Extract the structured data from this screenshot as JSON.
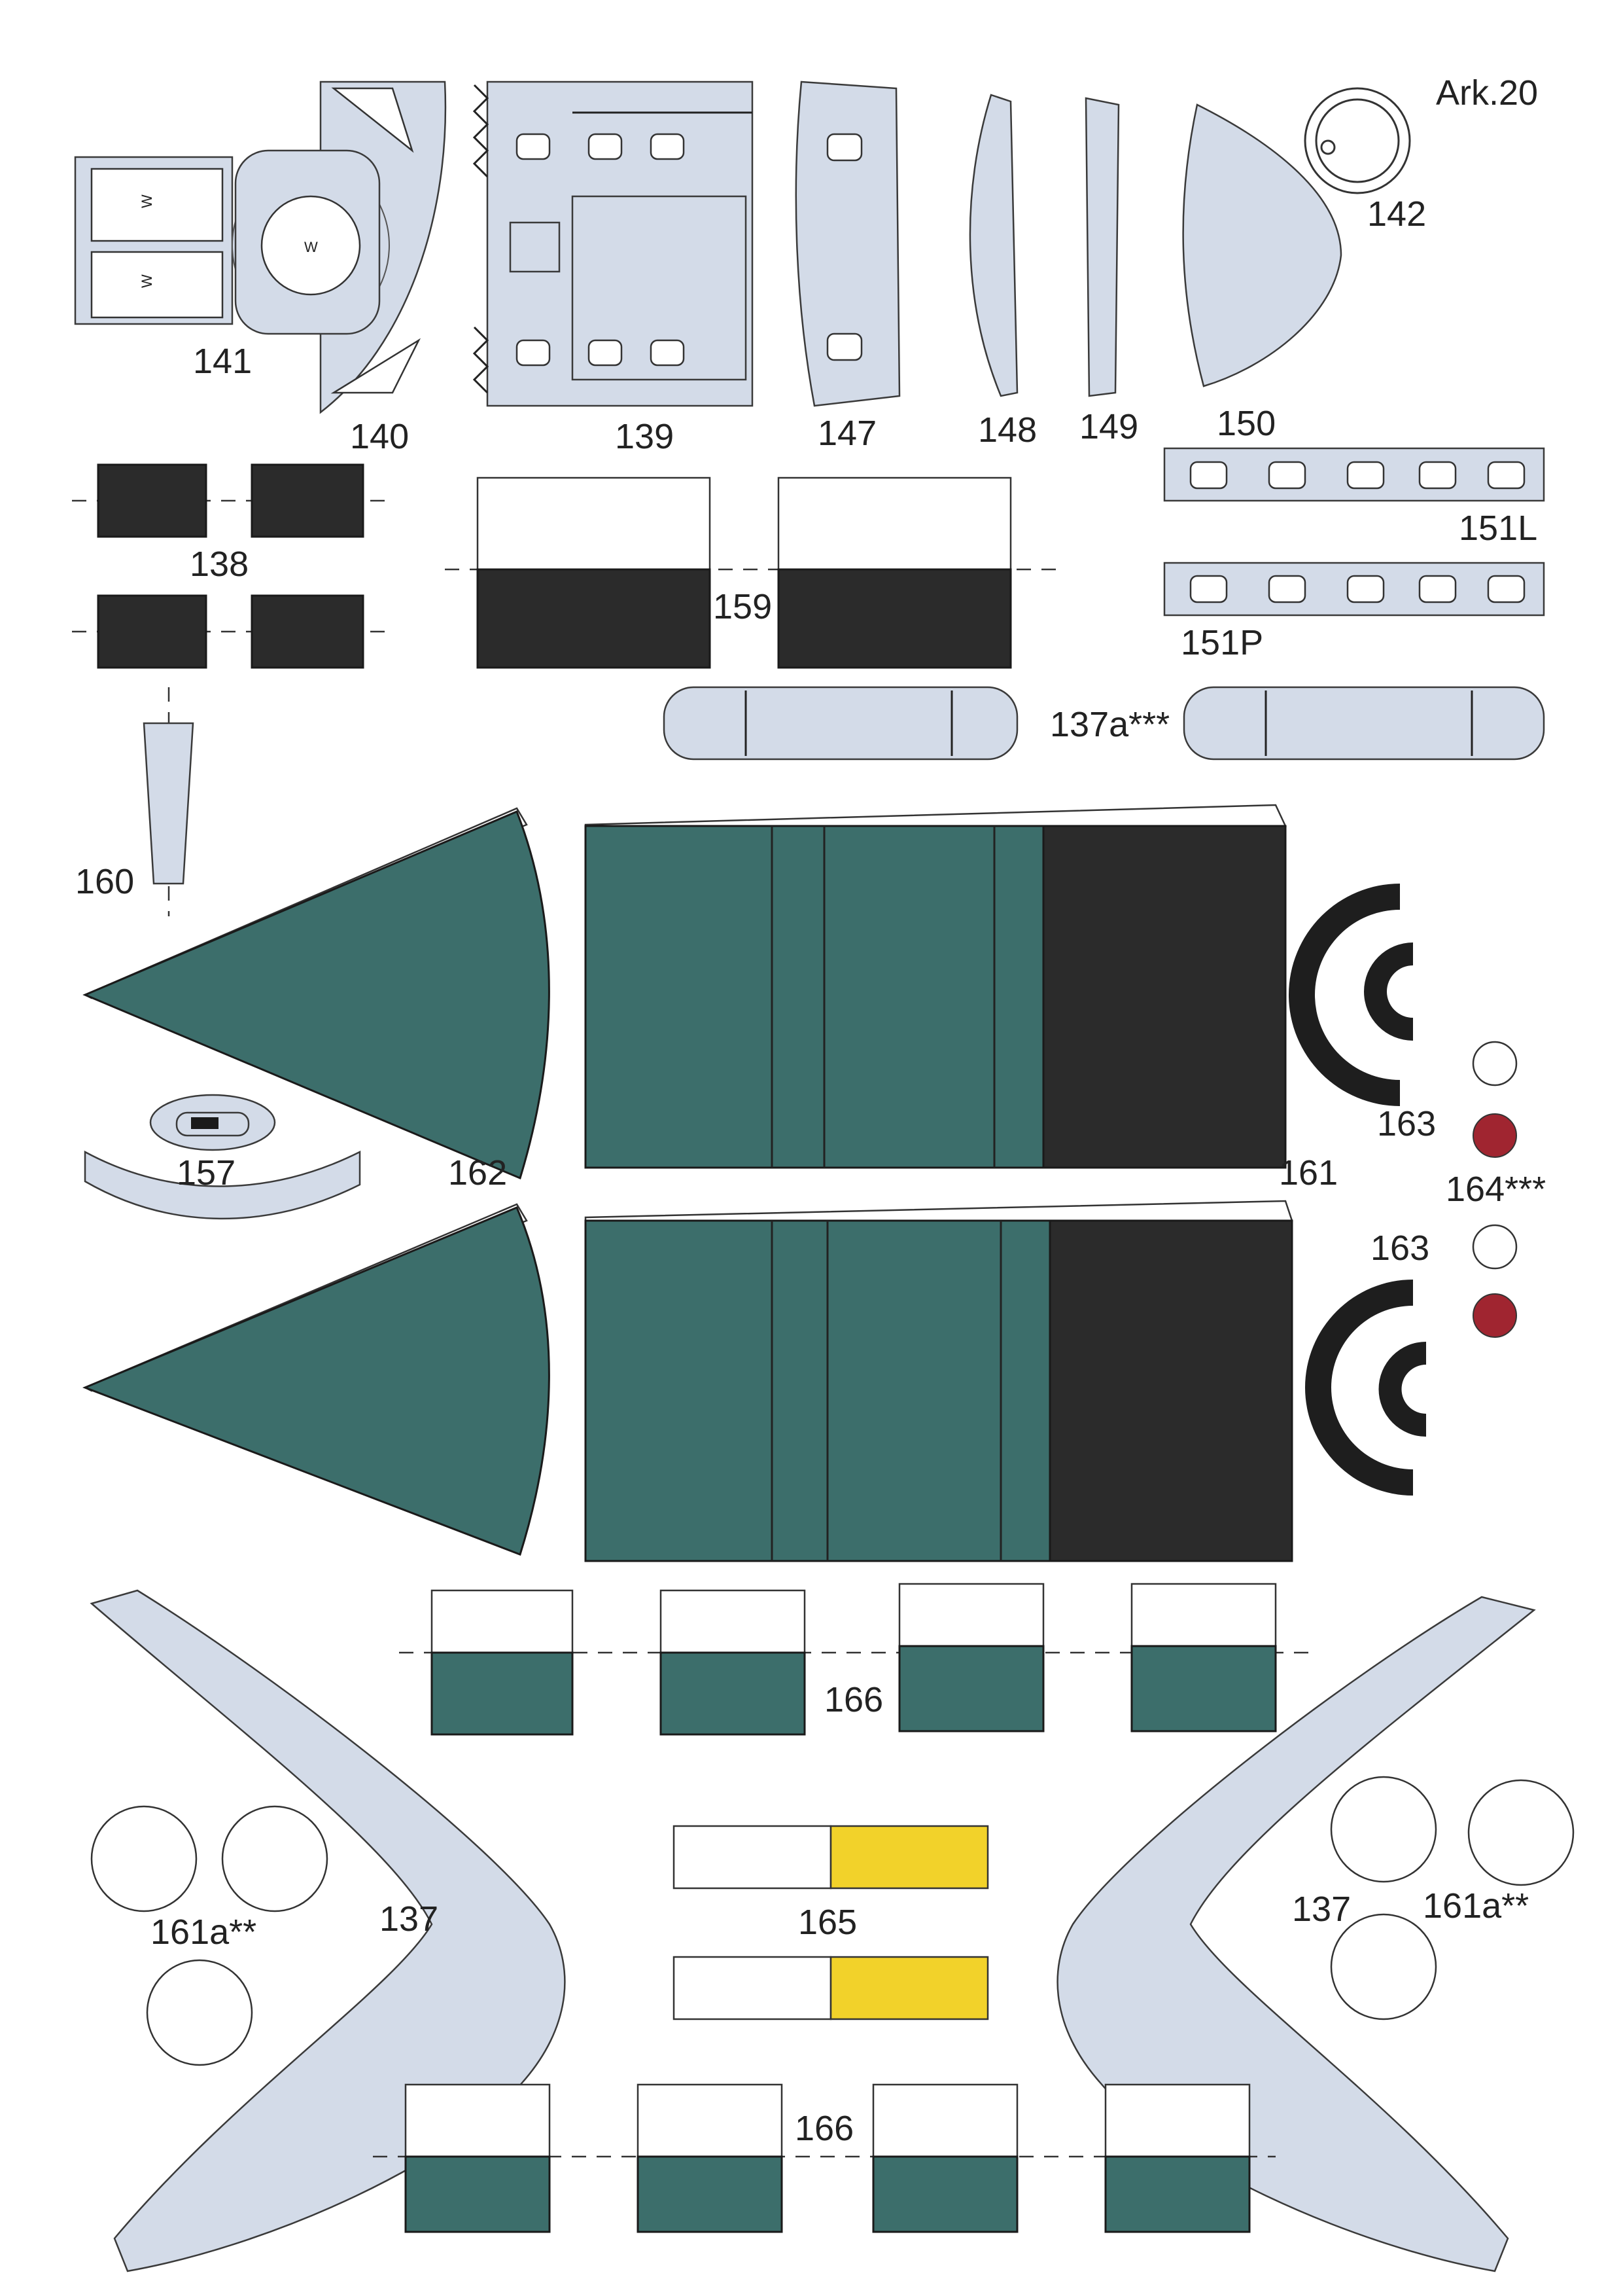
{
  "sheet_label": "Ark.20",
  "window_letter": "W",
  "labels": {
    "p141": "141",
    "p140": "140",
    "p139": "139",
    "p147": "147",
    "p148": "148",
    "p149": "149",
    "p150": "150",
    "p142": "142",
    "p138": "138",
    "p159": "159",
    "p151L": "151L",
    "p151P": "151P",
    "p137a": "137a***",
    "p160": "160",
    "p157": "157",
    "p162": "162",
    "p161": "161",
    "p163a": "163",
    "p164": "164***",
    "p163b": "163",
    "p166a": "166",
    "p137left": "137",
    "p161a_left": "161a**",
    "p165": "165",
    "p137right": "137",
    "p161a_right": "161a**",
    "p166b": "166"
  },
  "colors": {
    "light_blue": "#d3dbe8",
    "teal_green": "#3c6e6b",
    "black": "#2b2b2b",
    "red": "#a02530",
    "yellow": "#f2d22a"
  }
}
